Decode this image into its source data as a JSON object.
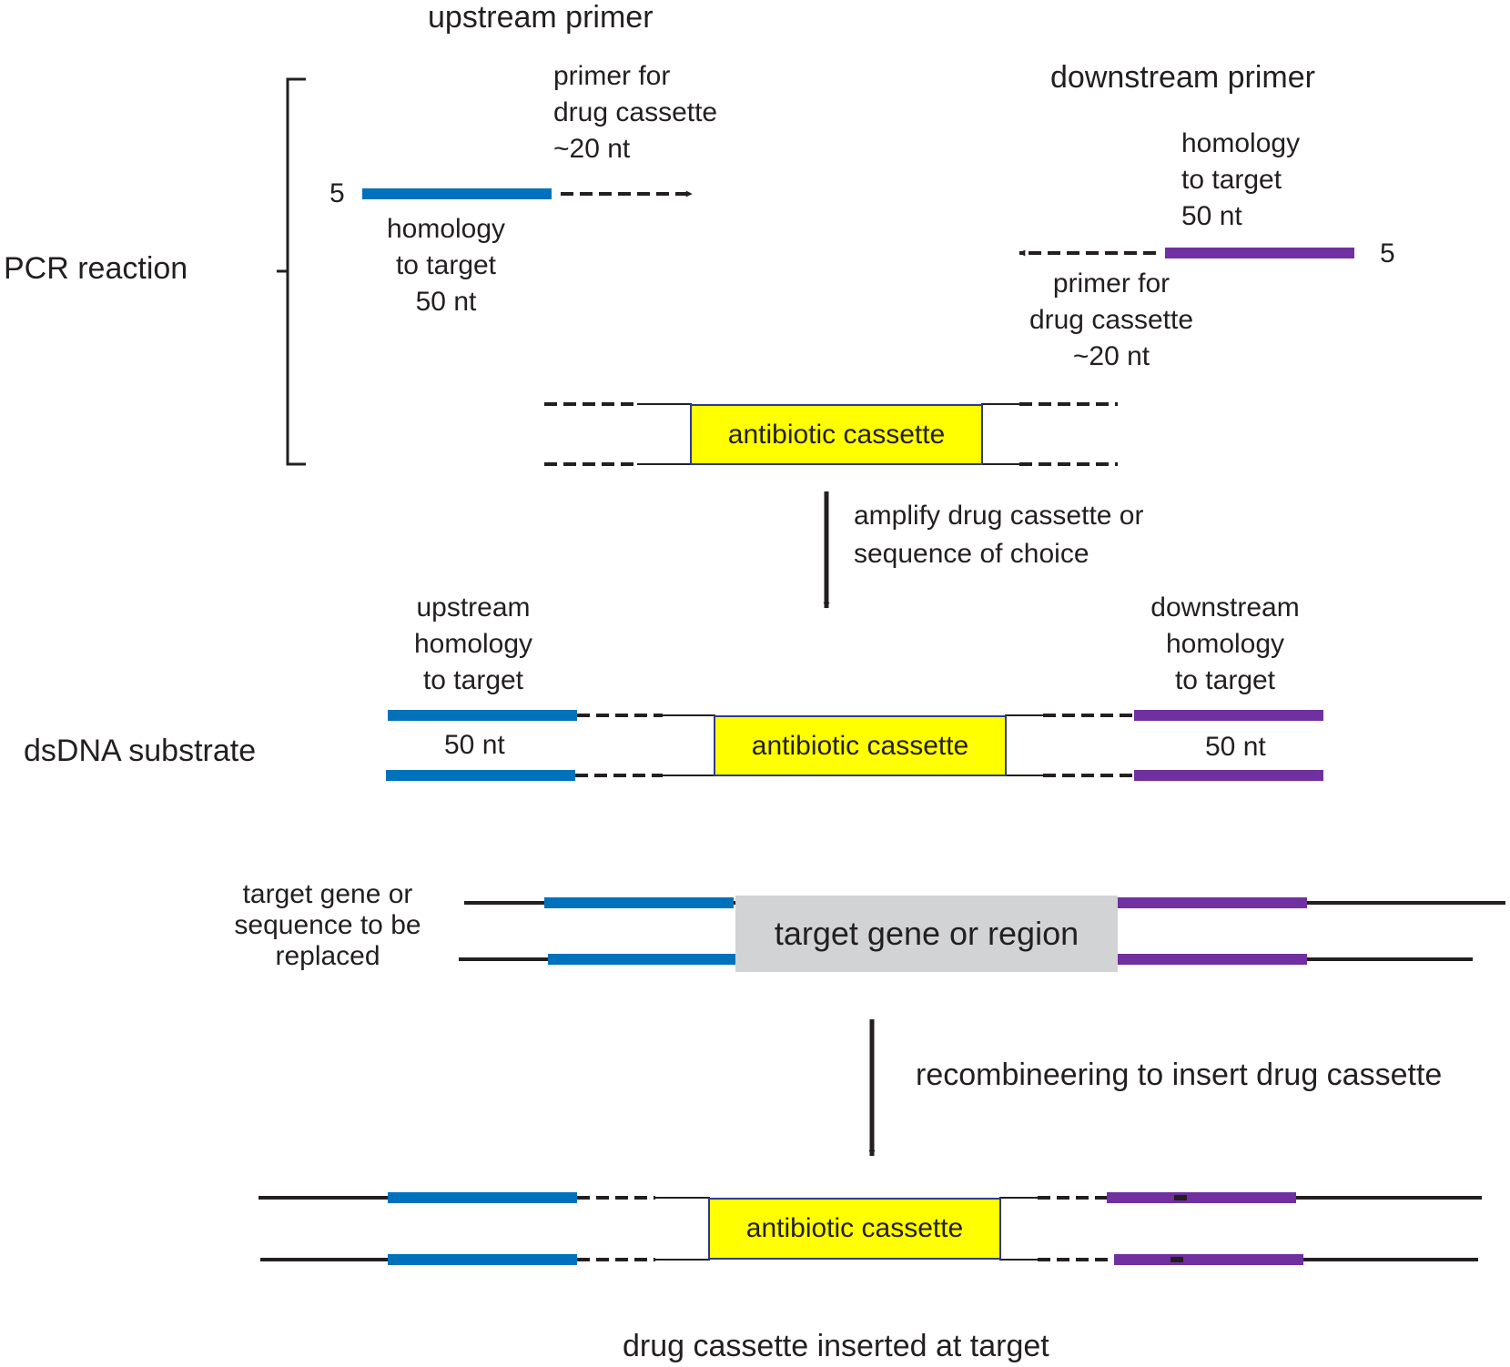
{
  "section_labels": {
    "pcr_reaction": "PCR reaction",
    "dsdna_substrate": "dsDNA substrate",
    "target_label": [
      "target gene or",
      "sequence to be",
      "replaced"
    ]
  },
  "upstream_primer": {
    "title": "upstream primer",
    "five_prime": "5",
    "cassette_primer": [
      "primer for",
      "drug cassette",
      "~20 nt"
    ],
    "homology": [
      "homology",
      "to target",
      "50 nt"
    ]
  },
  "downstream_primer": {
    "title": "downstream primer",
    "five_prime": "5",
    "homology": [
      "homology",
      "to target",
      "50 nt"
    ],
    "cassette_primer": [
      "primer for",
      "drug cassette",
      "~20 nt"
    ]
  },
  "cassette_label": "antibiotic cassette",
  "step_amplify": [
    "amplify drug cassette or",
    "sequence of choice"
  ],
  "substrate": {
    "upstream_homology": [
      "upstream",
      "homology",
      "to target"
    ],
    "downstream_homology": [
      "downstream",
      "homology",
      "to target"
    ],
    "upstream_length": "50 nt",
    "downstream_length": "50 nt"
  },
  "target_region_label": "target gene or region",
  "step_recombineering": "recombineering to insert drug cassette",
  "result_caption": "drug cassette inserted at target",
  "colors": {
    "upstream_homology": "#0072bc",
    "downstream_homology": "#7030a0",
    "cassette_fill": "#ffff00",
    "cassette_border": "#2e3a87",
    "target_region_fill": "#d1d3d4",
    "dna_line": "#231f20"
  }
}
